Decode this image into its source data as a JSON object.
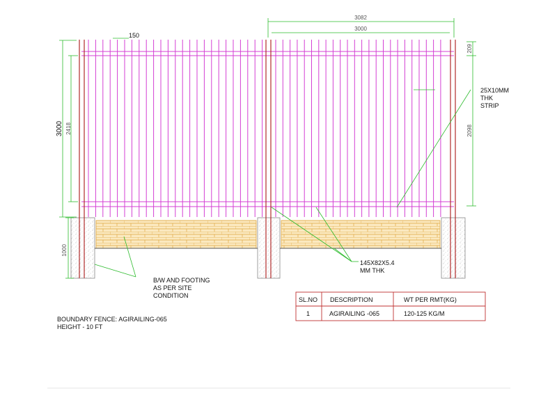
{
  "dimensions": {
    "overall_width": "3082",
    "panel_width": "3000",
    "picket_spacing": "150",
    "total_height": "3000",
    "panel_height_left": "2418",
    "panel_height_right": "2098",
    "top_gap": "209",
    "wall_height": "1000"
  },
  "callouts": {
    "strip_line1": "25X10MM",
    "strip_line2": "THK",
    "strip_line3": "STRIP",
    "post_line1": "145X82X5.4",
    "post_line2": "MM THK",
    "footing_line1": "B/W AND FOOTING",
    "footing_line2": "AS PER SITE",
    "footing_line3": "CONDITION"
  },
  "title": {
    "line1": "BOUNDARY FENCE: AGIRAILING-065",
    "line2": "HEIGHT - 10 FT"
  },
  "table": {
    "headers": [
      "SL.NO",
      "DESCRIPTION",
      "WT PER RMT(KG)"
    ],
    "rows": [
      [
        "1",
        "AGIRAILING -065",
        "120-125 KG/M"
      ]
    ]
  },
  "colors": {
    "picket": "#d43fd4",
    "post": "#b02a2a",
    "dimension": "#2dbb2d",
    "brick_fill": "#fbe9c0",
    "brick_line": "#e0a840",
    "footing": "#9a9a9a",
    "table_border": "#c03030"
  }
}
